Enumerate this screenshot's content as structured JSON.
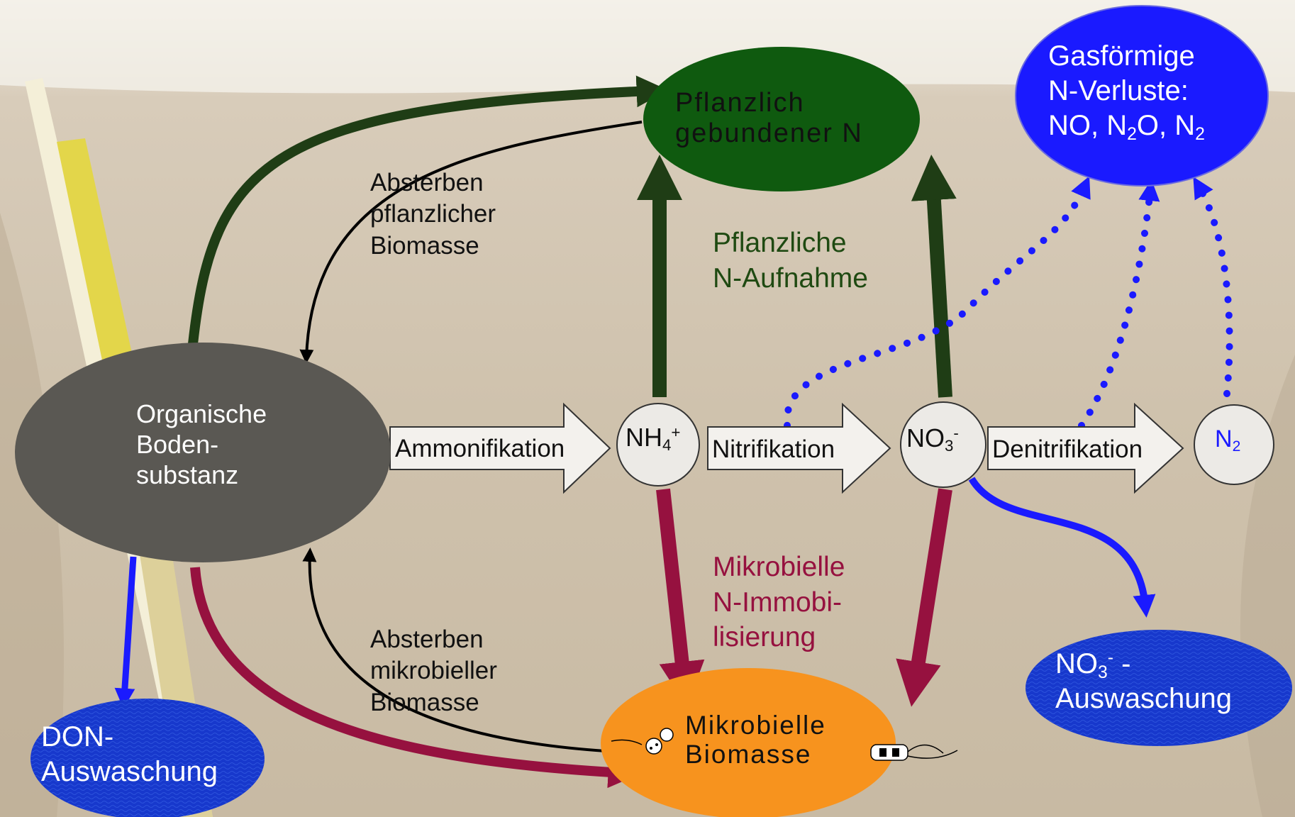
{
  "nodes": {
    "organic": {
      "lines": [
        "Organische",
        "Boden-",
        "substanz"
      ]
    },
    "plant": {
      "lines": [
        "Pflanzlich",
        "gebundener N"
      ]
    },
    "microbial": {
      "lines": [
        "Mikrobielle",
        "Biomasse"
      ]
    },
    "gas": {
      "line1": "Gasförmige",
      "line2": "N-Verluste:",
      "line3_a": "NO, N",
      "line3_sub1": "2",
      "line3_b": "O, N",
      "line3_sub2": "2"
    },
    "nh4": {
      "base": "NH",
      "sub": "4",
      "sup": "+"
    },
    "no3": {
      "base": "NO",
      "sub": "3",
      "sup": "-"
    },
    "n2": {
      "base": "N",
      "sub": "2"
    },
    "don": {
      "lines": [
        "DON-",
        "Auswaschung"
      ]
    },
    "no3_leach": {
      "base": "NO",
      "sub": "3",
      "sup": "-",
      "suffix": " -",
      "line2": "Auswaschung"
    }
  },
  "processes": {
    "ammonification": "Ammonifikation",
    "nitrification": "Nitrifikation",
    "denitrification": "Denitrifikation",
    "plant_death": [
      "Absterben",
      "pflanzlicher",
      "Biomasse"
    ],
    "microbial_death": [
      "Absterben",
      "mikrobieller",
      "Biomasse"
    ],
    "plant_uptake": [
      "Pflanzliche",
      "N-Aufnahme"
    ],
    "immobilization": [
      "Mikrobielle",
      "N-Immobi-",
      "lisierung"
    ]
  },
  "colors": {
    "plant_green": "#0f5a0f",
    "dark_green": "#1f3d15",
    "maroon": "#96113f",
    "orange": "#f7931e",
    "blue_fill": "#1738cc",
    "blue_arrow": "#1a1aff",
    "organic_gray": "#5a5853"
  }
}
